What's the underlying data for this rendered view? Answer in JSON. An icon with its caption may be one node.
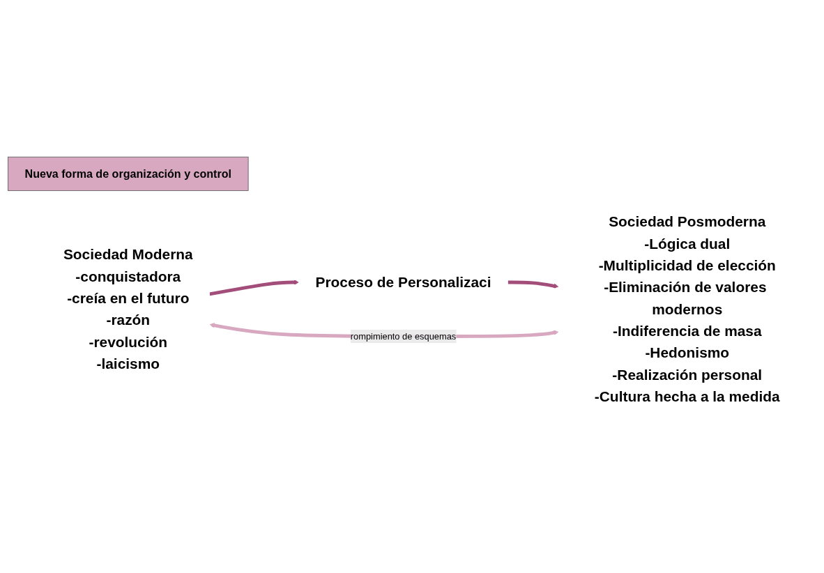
{
  "diagram": {
    "nodes": [
      {
        "text": [
          "Nueva forma de organización y control"
        ]
      },
      {
        "text": [
          "Proceso de Personalizaci"
        ]
      },
      {
        "text": [
          "Sociedad Moderna",
          "-conquistadora",
          "-creía en el futuro",
          "-razón",
          "-revolución",
          "-laicismo"
        ]
      },
      {
        "text": [
          "Sociedad Posmoderna",
          "-Lógica dual",
          "-Multiplicidad de elección",
          "-Eliminación de valores modernos",
          "-Indiferencia de masa",
          "-Hedonismo",
          "-Realización personal",
          "-Cultura hecha a la medida"
        ]
      }
    ],
    "edges": [
      {
        "from": 2,
        "to": 1,
        "arrow": "to"
      },
      {
        "from": 1,
        "to": 3,
        "arrow": "to"
      },
      {
        "from": 2,
        "to": 3,
        "arrow": "both",
        "label": "rompimiento de esquemas",
        "color": "#d8a7c0"
      }
    ]
  }
}
